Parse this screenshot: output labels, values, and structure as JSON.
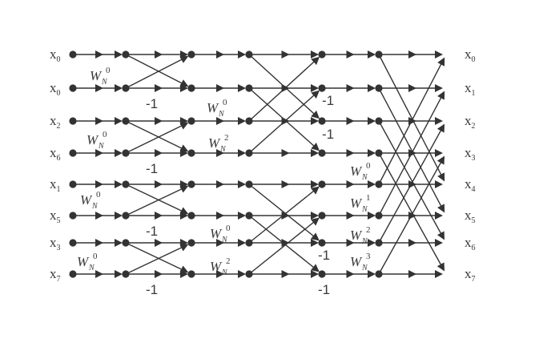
{
  "diagram": {
    "input_labels": [
      {
        "base": "x",
        "sub": "0"
      },
      {
        "base": "x",
        "sub": "0"
      },
      {
        "base": "x",
        "sub": "2"
      },
      {
        "base": "x",
        "sub": "6"
      },
      {
        "base": "x",
        "sub": "1"
      },
      {
        "base": "x",
        "sub": "5"
      },
      {
        "base": "x",
        "sub": "3"
      },
      {
        "base": "x",
        "sub": "7"
      }
    ],
    "output_labels": [
      {
        "base": "x",
        "sub": "0"
      },
      {
        "base": "x",
        "sub": "1"
      },
      {
        "base": "x",
        "sub": "2"
      },
      {
        "base": "x",
        "sub": "3"
      },
      {
        "base": "x",
        "sub": "4"
      },
      {
        "base": "x",
        "sub": "5"
      },
      {
        "base": "x",
        "sub": "6"
      },
      {
        "base": "x",
        "sub": "7"
      }
    ],
    "twiddle_labels": [
      {
        "base": "W",
        "sub": "N",
        "sup": "0"
      },
      {
        "base": "W",
        "sub": "N",
        "sup": "0"
      },
      {
        "base": "W",
        "sub": "N",
        "sup": "0"
      },
      {
        "base": "W",
        "sub": "N",
        "sup": "0"
      },
      {
        "base": "W",
        "sub": "N",
        "sup": "0"
      },
      {
        "base": "W",
        "sub": "N",
        "sup": "2"
      },
      {
        "base": "W",
        "sub": "N",
        "sup": "0"
      },
      {
        "base": "W",
        "sub": "N",
        "sup": "2"
      },
      {
        "base": "W",
        "sub": "N",
        "sup": "0"
      },
      {
        "base": "W",
        "sub": "N",
        "sup": "1"
      },
      {
        "base": "W",
        "sub": "N",
        "sup": "2"
      },
      {
        "base": "W",
        "sub": "N",
        "sup": "3"
      }
    ],
    "negation_labels": [
      "-1",
      "-1",
      "-1",
      "-1",
      "-1",
      "-1",
      "-1",
      "-1"
    ],
    "line_color": "#333333"
  }
}
